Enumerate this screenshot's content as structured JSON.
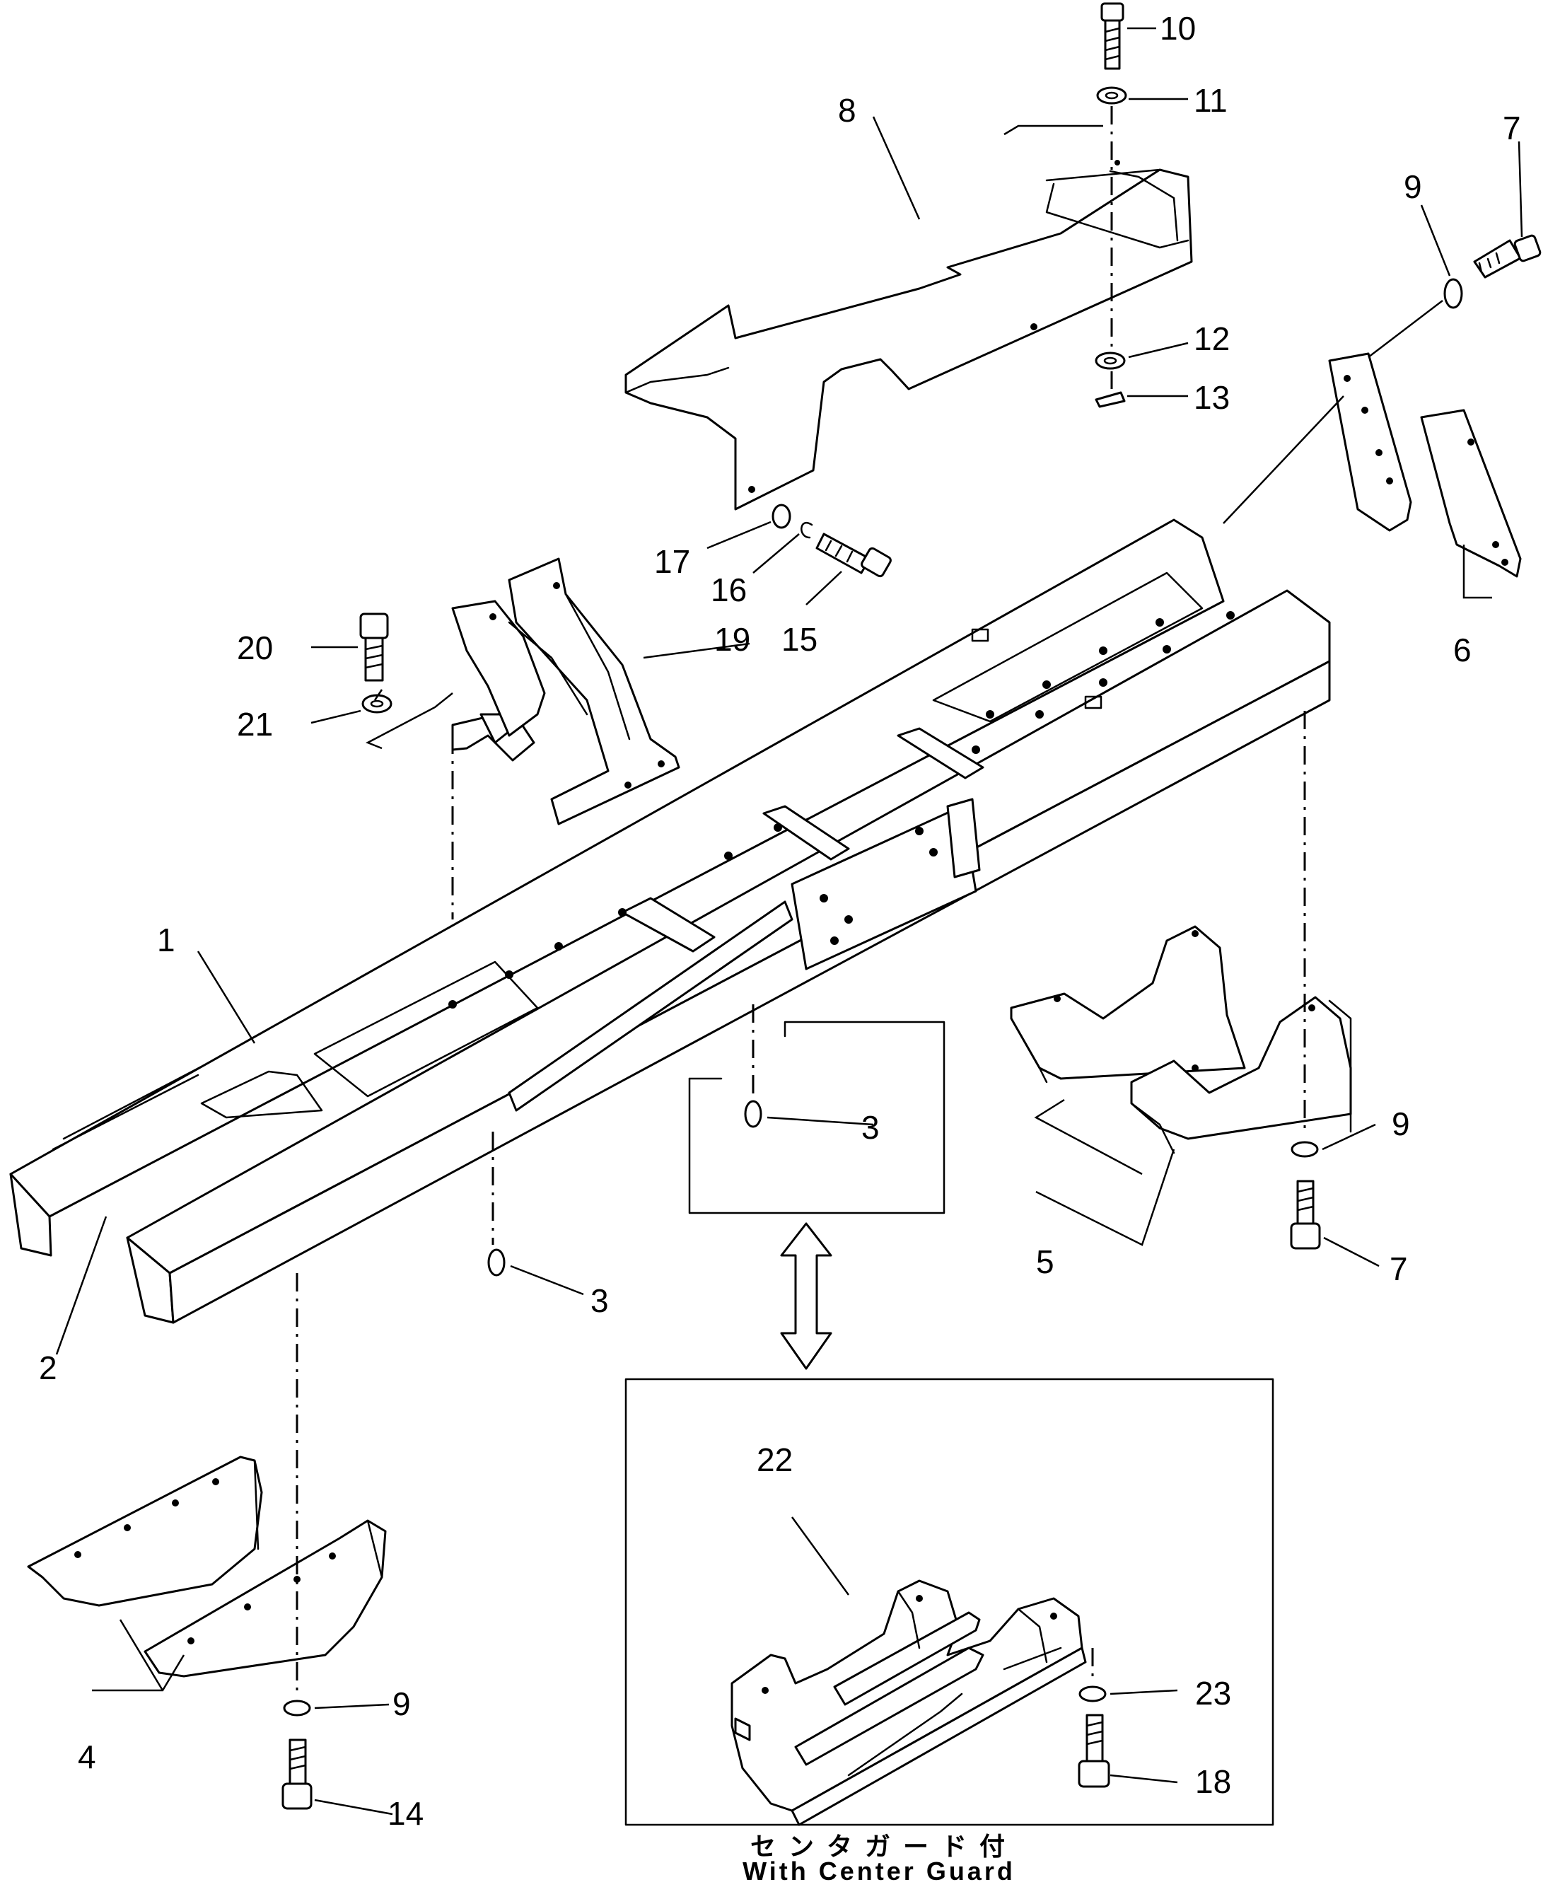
{
  "diagram": {
    "callouts": [
      {
        "id": "c1",
        "label": "1"
      },
      {
        "id": "c2",
        "label": "2"
      },
      {
        "id": "c3a",
        "label": "3"
      },
      {
        "id": "c3b",
        "label": "3"
      },
      {
        "id": "c4",
        "label": "4"
      },
      {
        "id": "c5",
        "label": "5"
      },
      {
        "id": "c6",
        "label": "6"
      },
      {
        "id": "c7a",
        "label": "7"
      },
      {
        "id": "c7b",
        "label": "7"
      },
      {
        "id": "c8",
        "label": "8"
      },
      {
        "id": "c9a",
        "label": "9"
      },
      {
        "id": "c9b",
        "label": "9"
      },
      {
        "id": "c9c",
        "label": "9"
      },
      {
        "id": "c10",
        "label": "10"
      },
      {
        "id": "c11",
        "label": "11"
      },
      {
        "id": "c12",
        "label": "12"
      },
      {
        "id": "c13",
        "label": "13"
      },
      {
        "id": "c14",
        "label": "14"
      },
      {
        "id": "c15",
        "label": "15"
      },
      {
        "id": "c16",
        "label": "16"
      },
      {
        "id": "c17",
        "label": "17"
      },
      {
        "id": "c18",
        "label": "18"
      },
      {
        "id": "c19",
        "label": "19"
      },
      {
        "id": "c20",
        "label": "20"
      },
      {
        "id": "c21",
        "label": "21"
      },
      {
        "id": "c22",
        "label": "22"
      },
      {
        "id": "c23",
        "label": "23"
      }
    ],
    "caption_jp": "セ ン タ ガ ー ド 付",
    "caption_en": "With  Center  Guard"
  }
}
